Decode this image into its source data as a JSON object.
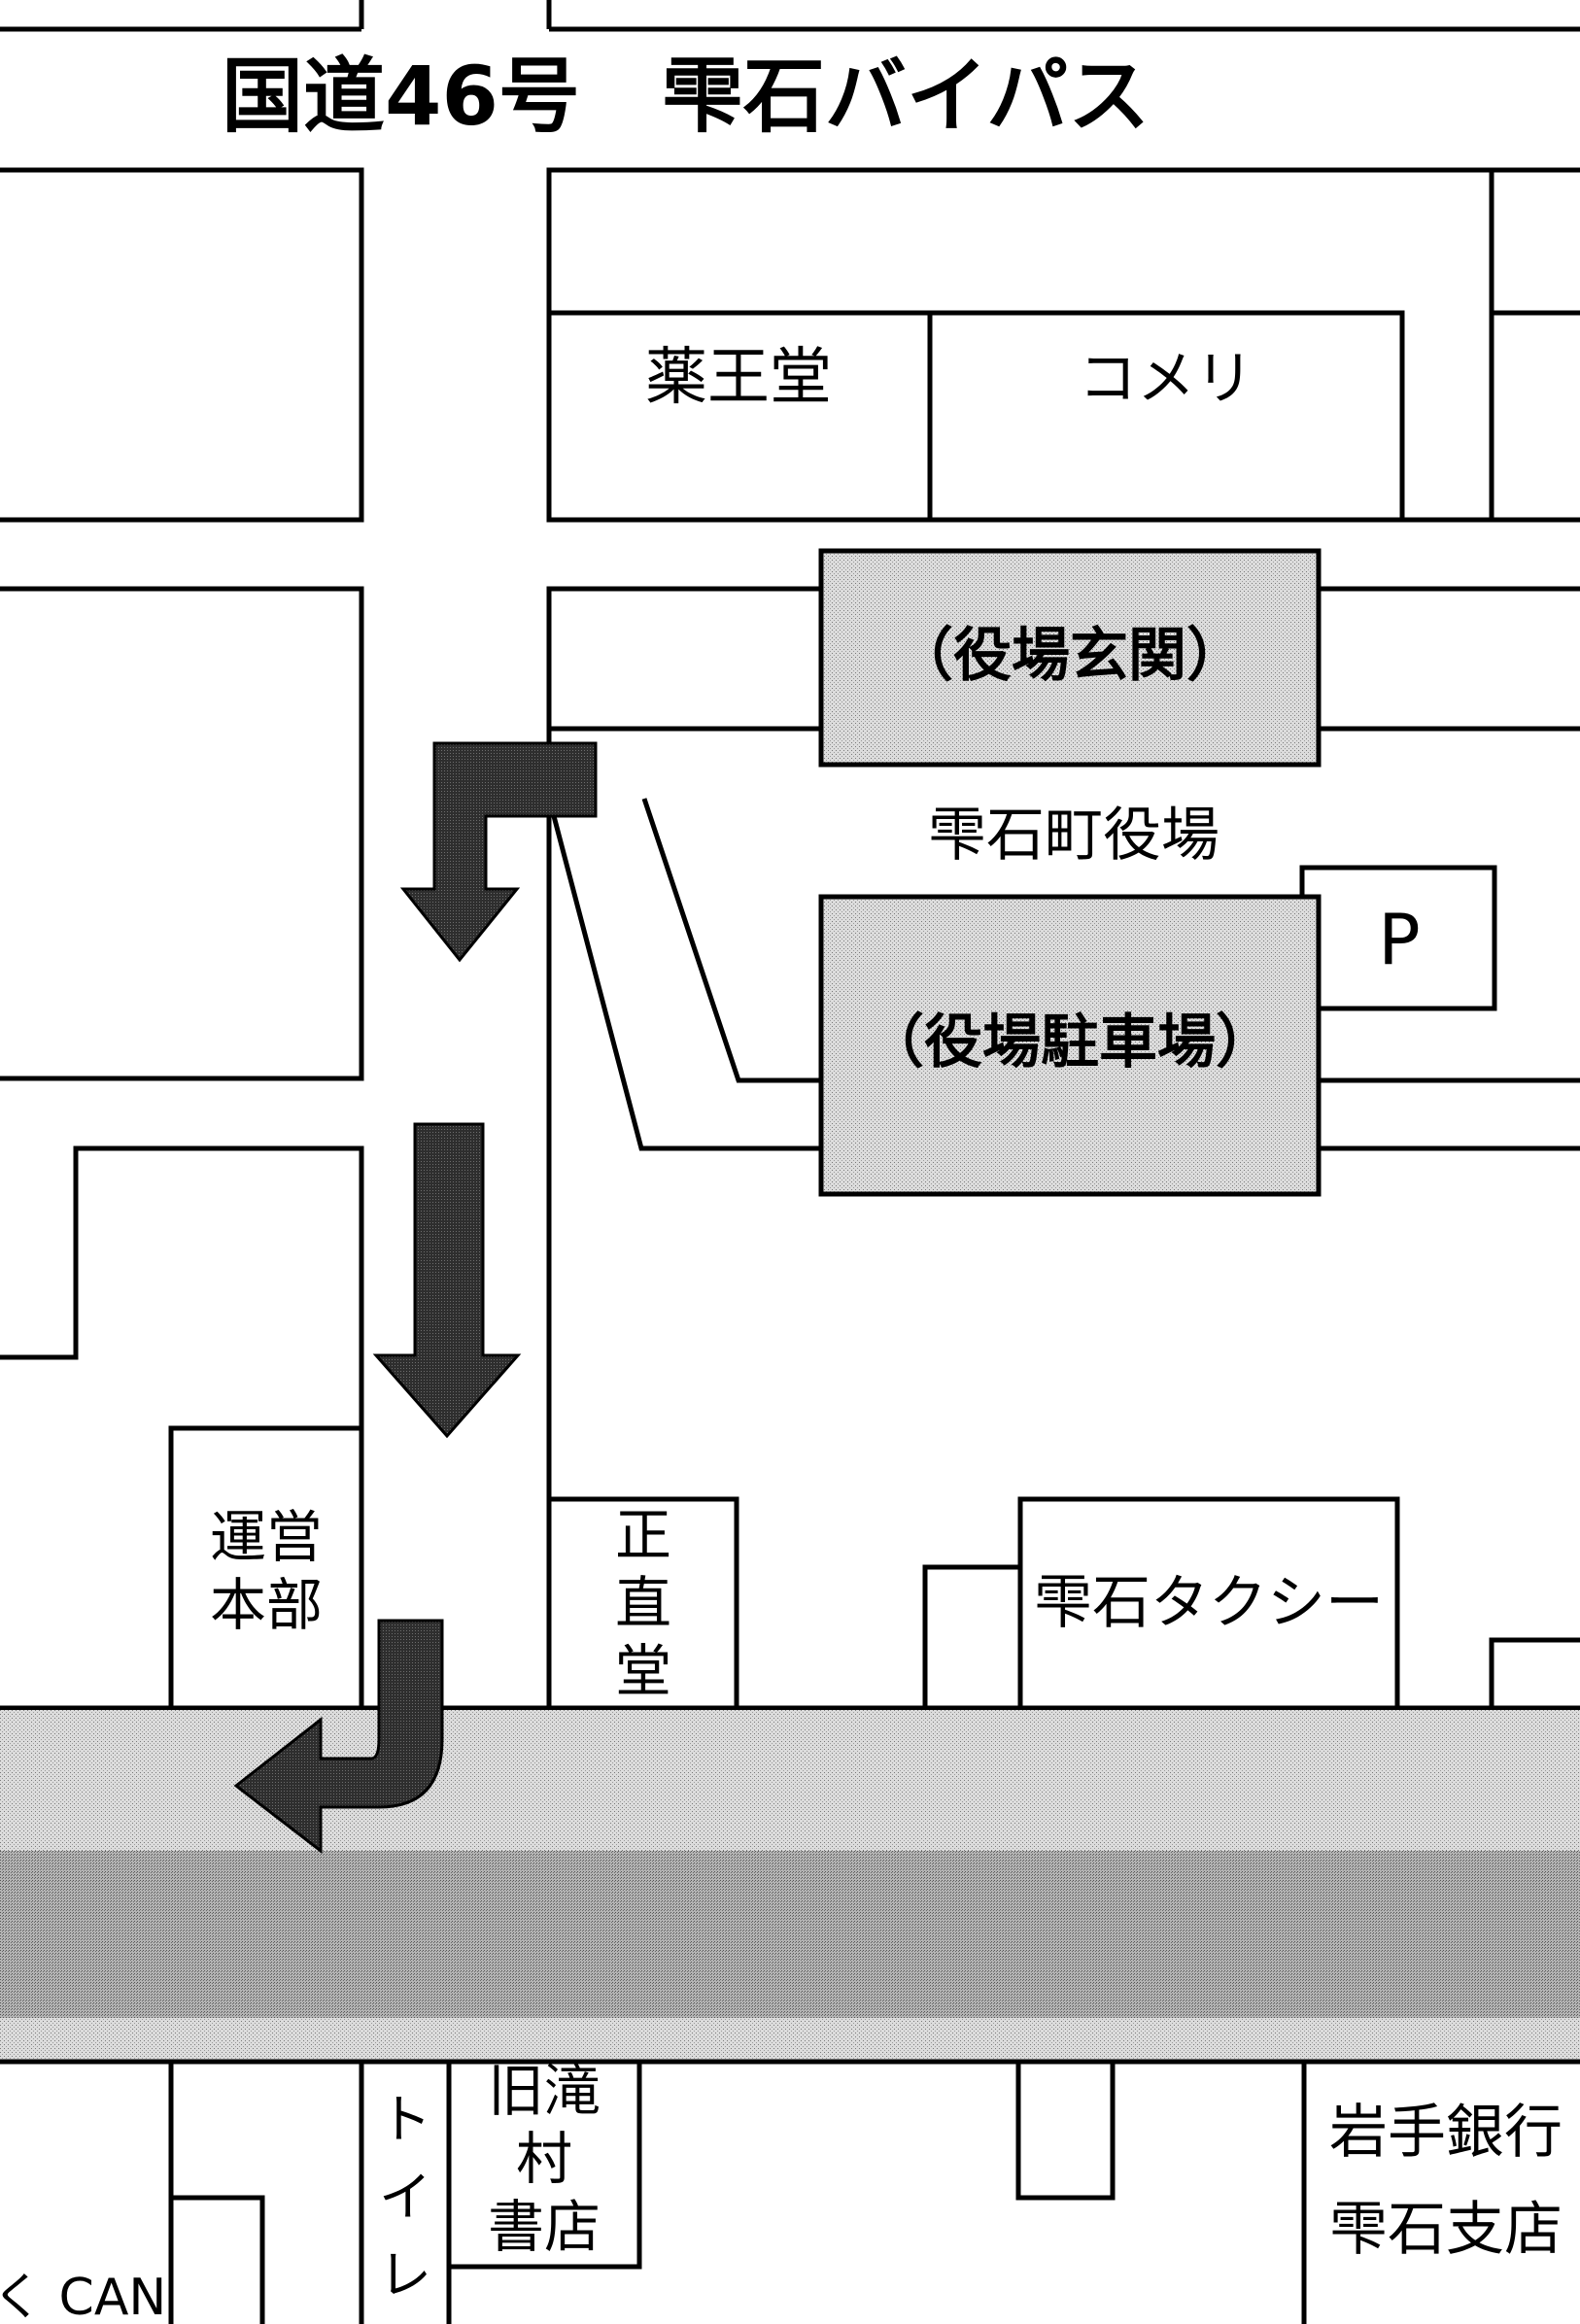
{
  "map": {
    "road_title": "国道46号　雫石バイパス",
    "colors": {
      "stroke": "#000000",
      "shade_light": "#d8d8d8",
      "shade_dark": "#a6a6a6",
      "arrow": "#333333"
    },
    "buildings": {
      "yakuodo": "薬王堂",
      "komeri": "コメリ",
      "entrance": "（役場玄関）",
      "town_hall": "雫石町役場",
      "parking_mark": "P",
      "parking_lot": "（役場駐車場）",
      "operations_hq": [
        "運営",
        "本部"
      ],
      "shojikido": [
        "正",
        "直",
        "堂"
      ],
      "taxi": "雫石タクシー",
      "toilet": [
        "ト",
        "イ",
        "レ"
      ],
      "bookstore": [
        "旧滝",
        "村",
        "書店"
      ],
      "bank": [
        "岩手銀行",
        "雫石支店"
      ],
      "can_store": "く CAN"
    }
  }
}
